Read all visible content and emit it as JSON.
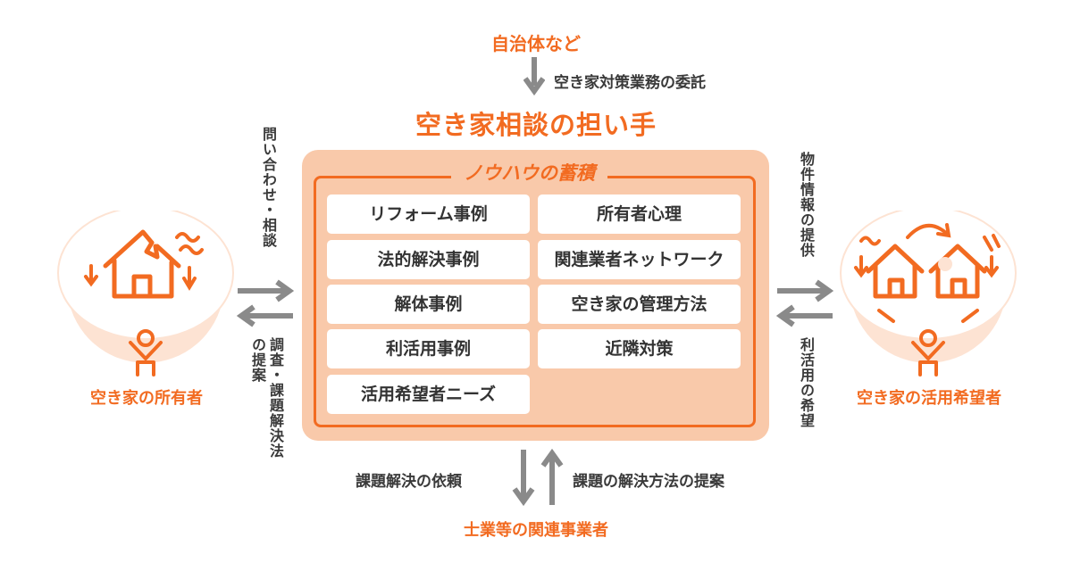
{
  "top": {
    "entity": "自治体など",
    "arrow_label": "空き家対策業務の委託"
  },
  "center": {
    "title": "空き家相談の担い手",
    "knowhow_title": "ノウハウの蓄積",
    "items": [
      "リフォーム事例",
      "所有者心理",
      "法的解決事例",
      "関連業者ネットワーク",
      "解体事例",
      "空き家の管理方法",
      "利活用事例",
      "近隣対策",
      "活用希望者ニーズ"
    ]
  },
  "left": {
    "entity": "空き家の所有者",
    "to_center_label": "問い合わせ・相談",
    "from_center_label_1": "調査・課題解決法",
    "from_center_label_2": "の提案"
  },
  "right": {
    "entity": "空き家の活用希望者",
    "from_center_label": "物件情報の提供",
    "to_center_label": "利活用の希望"
  },
  "bottom": {
    "entity": "士業等の関連事業者",
    "to_entity_label": "課題解決の依頼",
    "from_entity_label": "課題の解決方法の提案"
  },
  "colors": {
    "accent": "#f26b21",
    "panel": "#f9c9aa",
    "circle": "#fde3d3",
    "arrow": "#8a8a8a"
  }
}
